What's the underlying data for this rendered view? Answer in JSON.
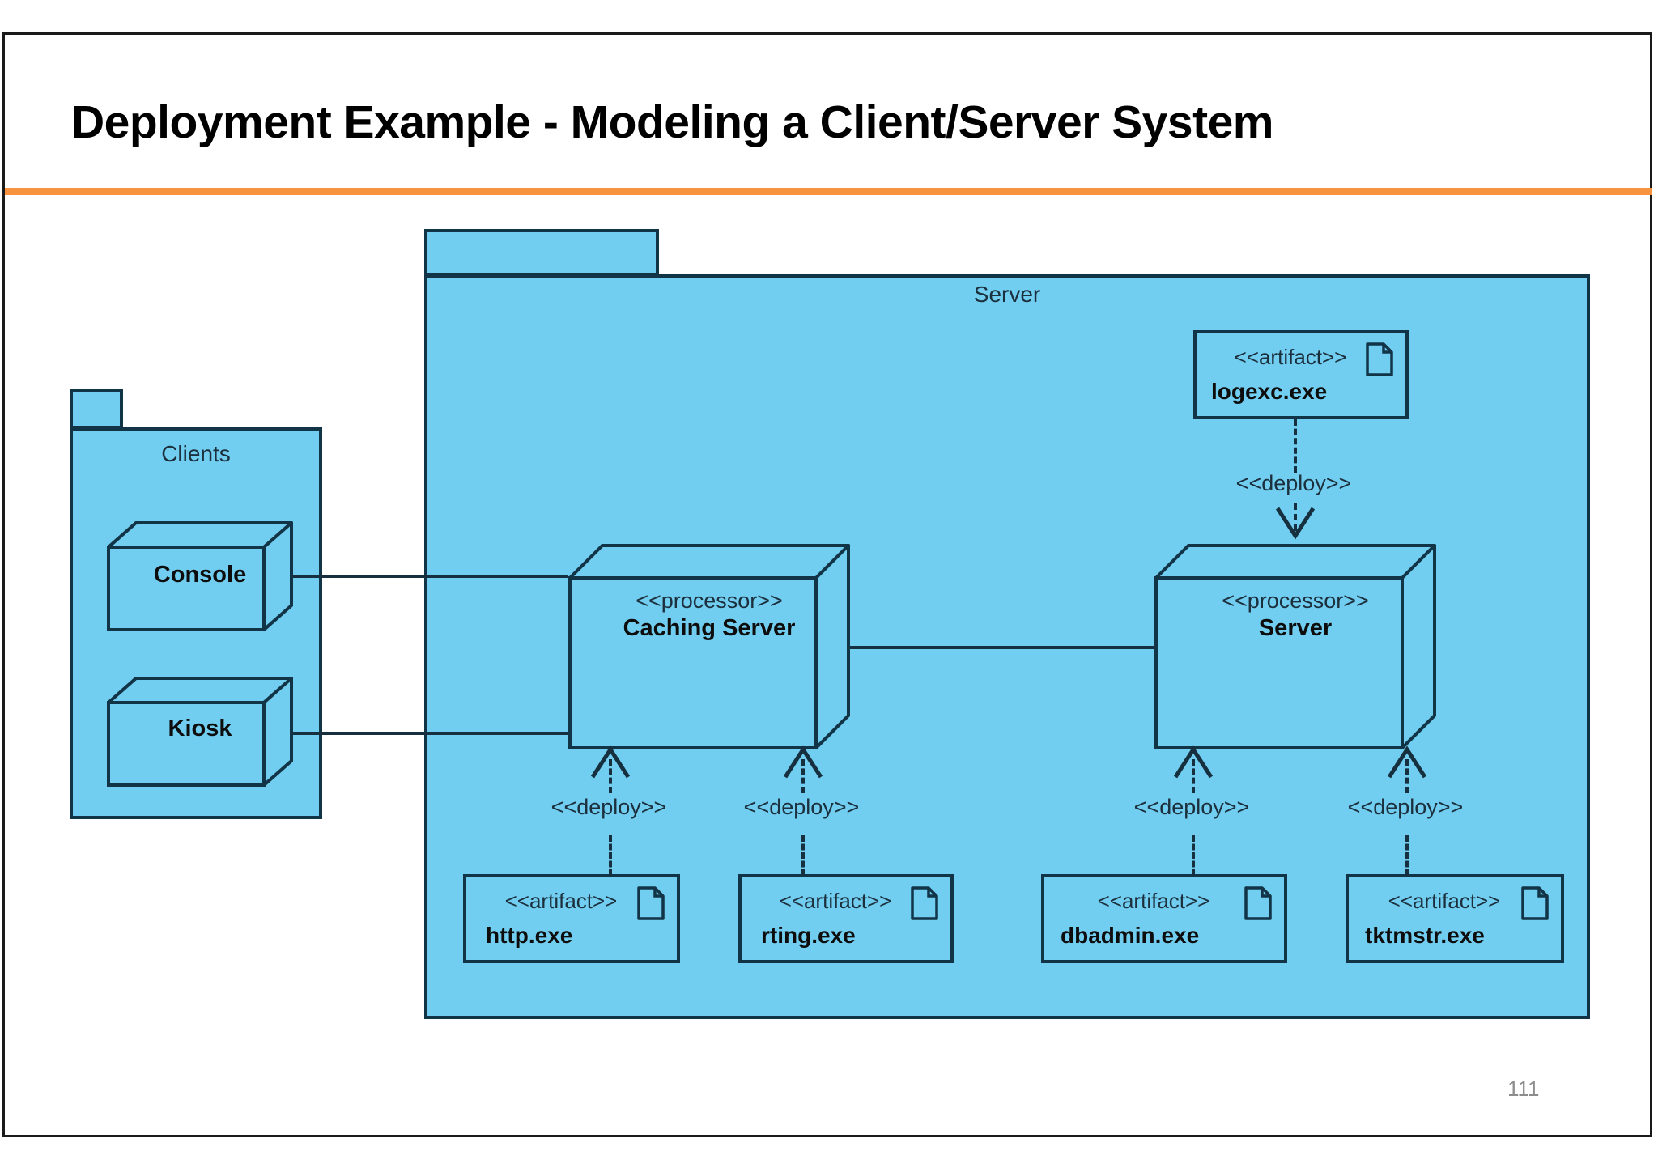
{
  "slide": {
    "title": "Deployment Example - Modeling a Client/Server System",
    "page_number": "111",
    "accent_color": "#F8943F",
    "fill_color": "#72CEF0",
    "stroke_color": "#123447"
  },
  "diagram": {
    "type": "uml-deployment-diagram",
    "packages": [
      {
        "id": "clients",
        "label": "Clients"
      },
      {
        "id": "server",
        "label": "Server"
      }
    ],
    "nodes": [
      {
        "id": "console",
        "stereotype": "",
        "name": "Console",
        "package": "clients"
      },
      {
        "id": "kiosk",
        "stereotype": "",
        "name": "Kiosk",
        "package": "clients"
      },
      {
        "id": "caching-server",
        "stereotype": "<<processor>>",
        "name": "Caching Server",
        "package": "server"
      },
      {
        "id": "server-node",
        "stereotype": "<<processor>>",
        "name": "Server",
        "package": "server"
      }
    ],
    "artifacts": [
      {
        "id": "logexc",
        "stereotype": "<<artifact>>",
        "name": "logexc.exe",
        "icon": "document-icon"
      },
      {
        "id": "http",
        "stereotype": "<<artifact>>",
        "name": "http.exe",
        "icon": "document-icon"
      },
      {
        "id": "rting",
        "stereotype": "<<artifact>>",
        "name": "rting.exe",
        "icon": "document-icon"
      },
      {
        "id": "dbadmin",
        "stereotype": "<<artifact>>",
        "name": "dbadmin.exe",
        "icon": "document-icon"
      },
      {
        "id": "tktmstr",
        "stereotype": "<<artifact>>",
        "name": "tktmstr.exe",
        "icon": "document-icon"
      }
    ],
    "dependencies": [
      {
        "id": "dep-logexc",
        "label": "<<deploy>>",
        "from": "logexc",
        "to": "server-node",
        "direction": "down"
      },
      {
        "id": "dep-http",
        "label": "<<deploy>>",
        "from": "http",
        "to": "caching-server",
        "direction": "up"
      },
      {
        "id": "dep-rting",
        "label": "<<deploy>>",
        "from": "rting",
        "to": "caching-server",
        "direction": "up"
      },
      {
        "id": "dep-dbadmin",
        "label": "<<deploy>>",
        "from": "dbadmin",
        "to": "server-node",
        "direction": "up"
      },
      {
        "id": "dep-tktmstr",
        "label": "<<deploy>>",
        "from": "tktmstr",
        "to": "server-node",
        "direction": "up"
      }
    ],
    "associations": [
      {
        "id": "assoc-console-caching",
        "from": "console",
        "to": "caching-server"
      },
      {
        "id": "assoc-kiosk-caching",
        "from": "kiosk",
        "to": "caching-server"
      },
      {
        "id": "assoc-caching-server",
        "from": "caching-server",
        "to": "server-node"
      }
    ]
  }
}
